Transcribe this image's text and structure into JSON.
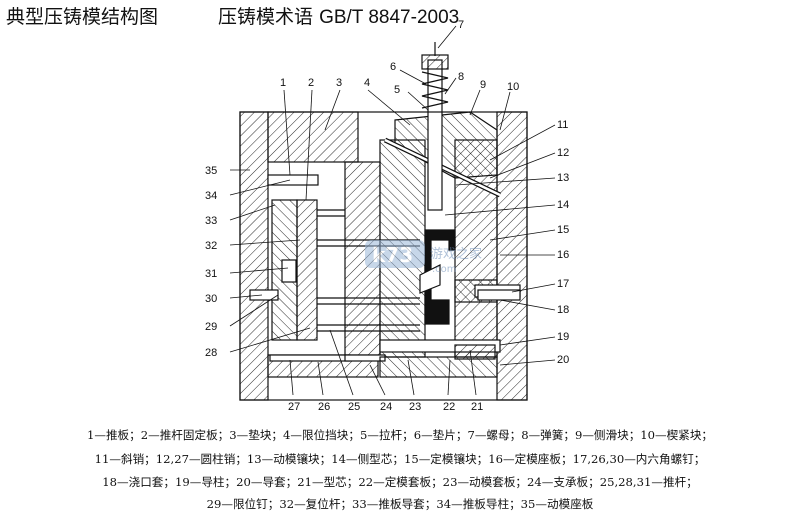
{
  "title": {
    "main": "典型压铸模结构图",
    "sub": "压铸模术语",
    "standard": "GB/T 8847-2003"
  },
  "watermark": {
    "logo": "k73",
    "text": "游戏之家",
    "url": ".com"
  },
  "part_numbers": [
    "1",
    "2",
    "3",
    "4",
    "5",
    "6",
    "7",
    "8",
    "9",
    "10",
    "11",
    "12",
    "13",
    "14",
    "15",
    "16",
    "17",
    "18",
    "19",
    "20",
    "21",
    "22",
    "23",
    "24",
    "25",
    "26",
    "27",
    "28",
    "29",
    "30",
    "31",
    "32",
    "33",
    "34",
    "35"
  ],
  "legend_lines": [
    "1—推板；2—推杆固定板；3—垫块；4—限位挡块；5—拉杆；6—垫片；7—螺母；8—弹簧；9—侧滑块；10—楔紧块；",
    "11—斜销；12,27—圆柱销；13—动模镶块；14—侧型芯；15—定模镶块；16—定模座板；17,26,30—内六角螺钉；",
    "18—浇口套；19—导柱；20—导套；21—型芯；22—定模套板；23—动模套板；24—支承板；25,28,31—推杆；",
    "29—限位钉；32—复位杆；33—推板导套；34—推板导柱；35—动模座板"
  ]
}
